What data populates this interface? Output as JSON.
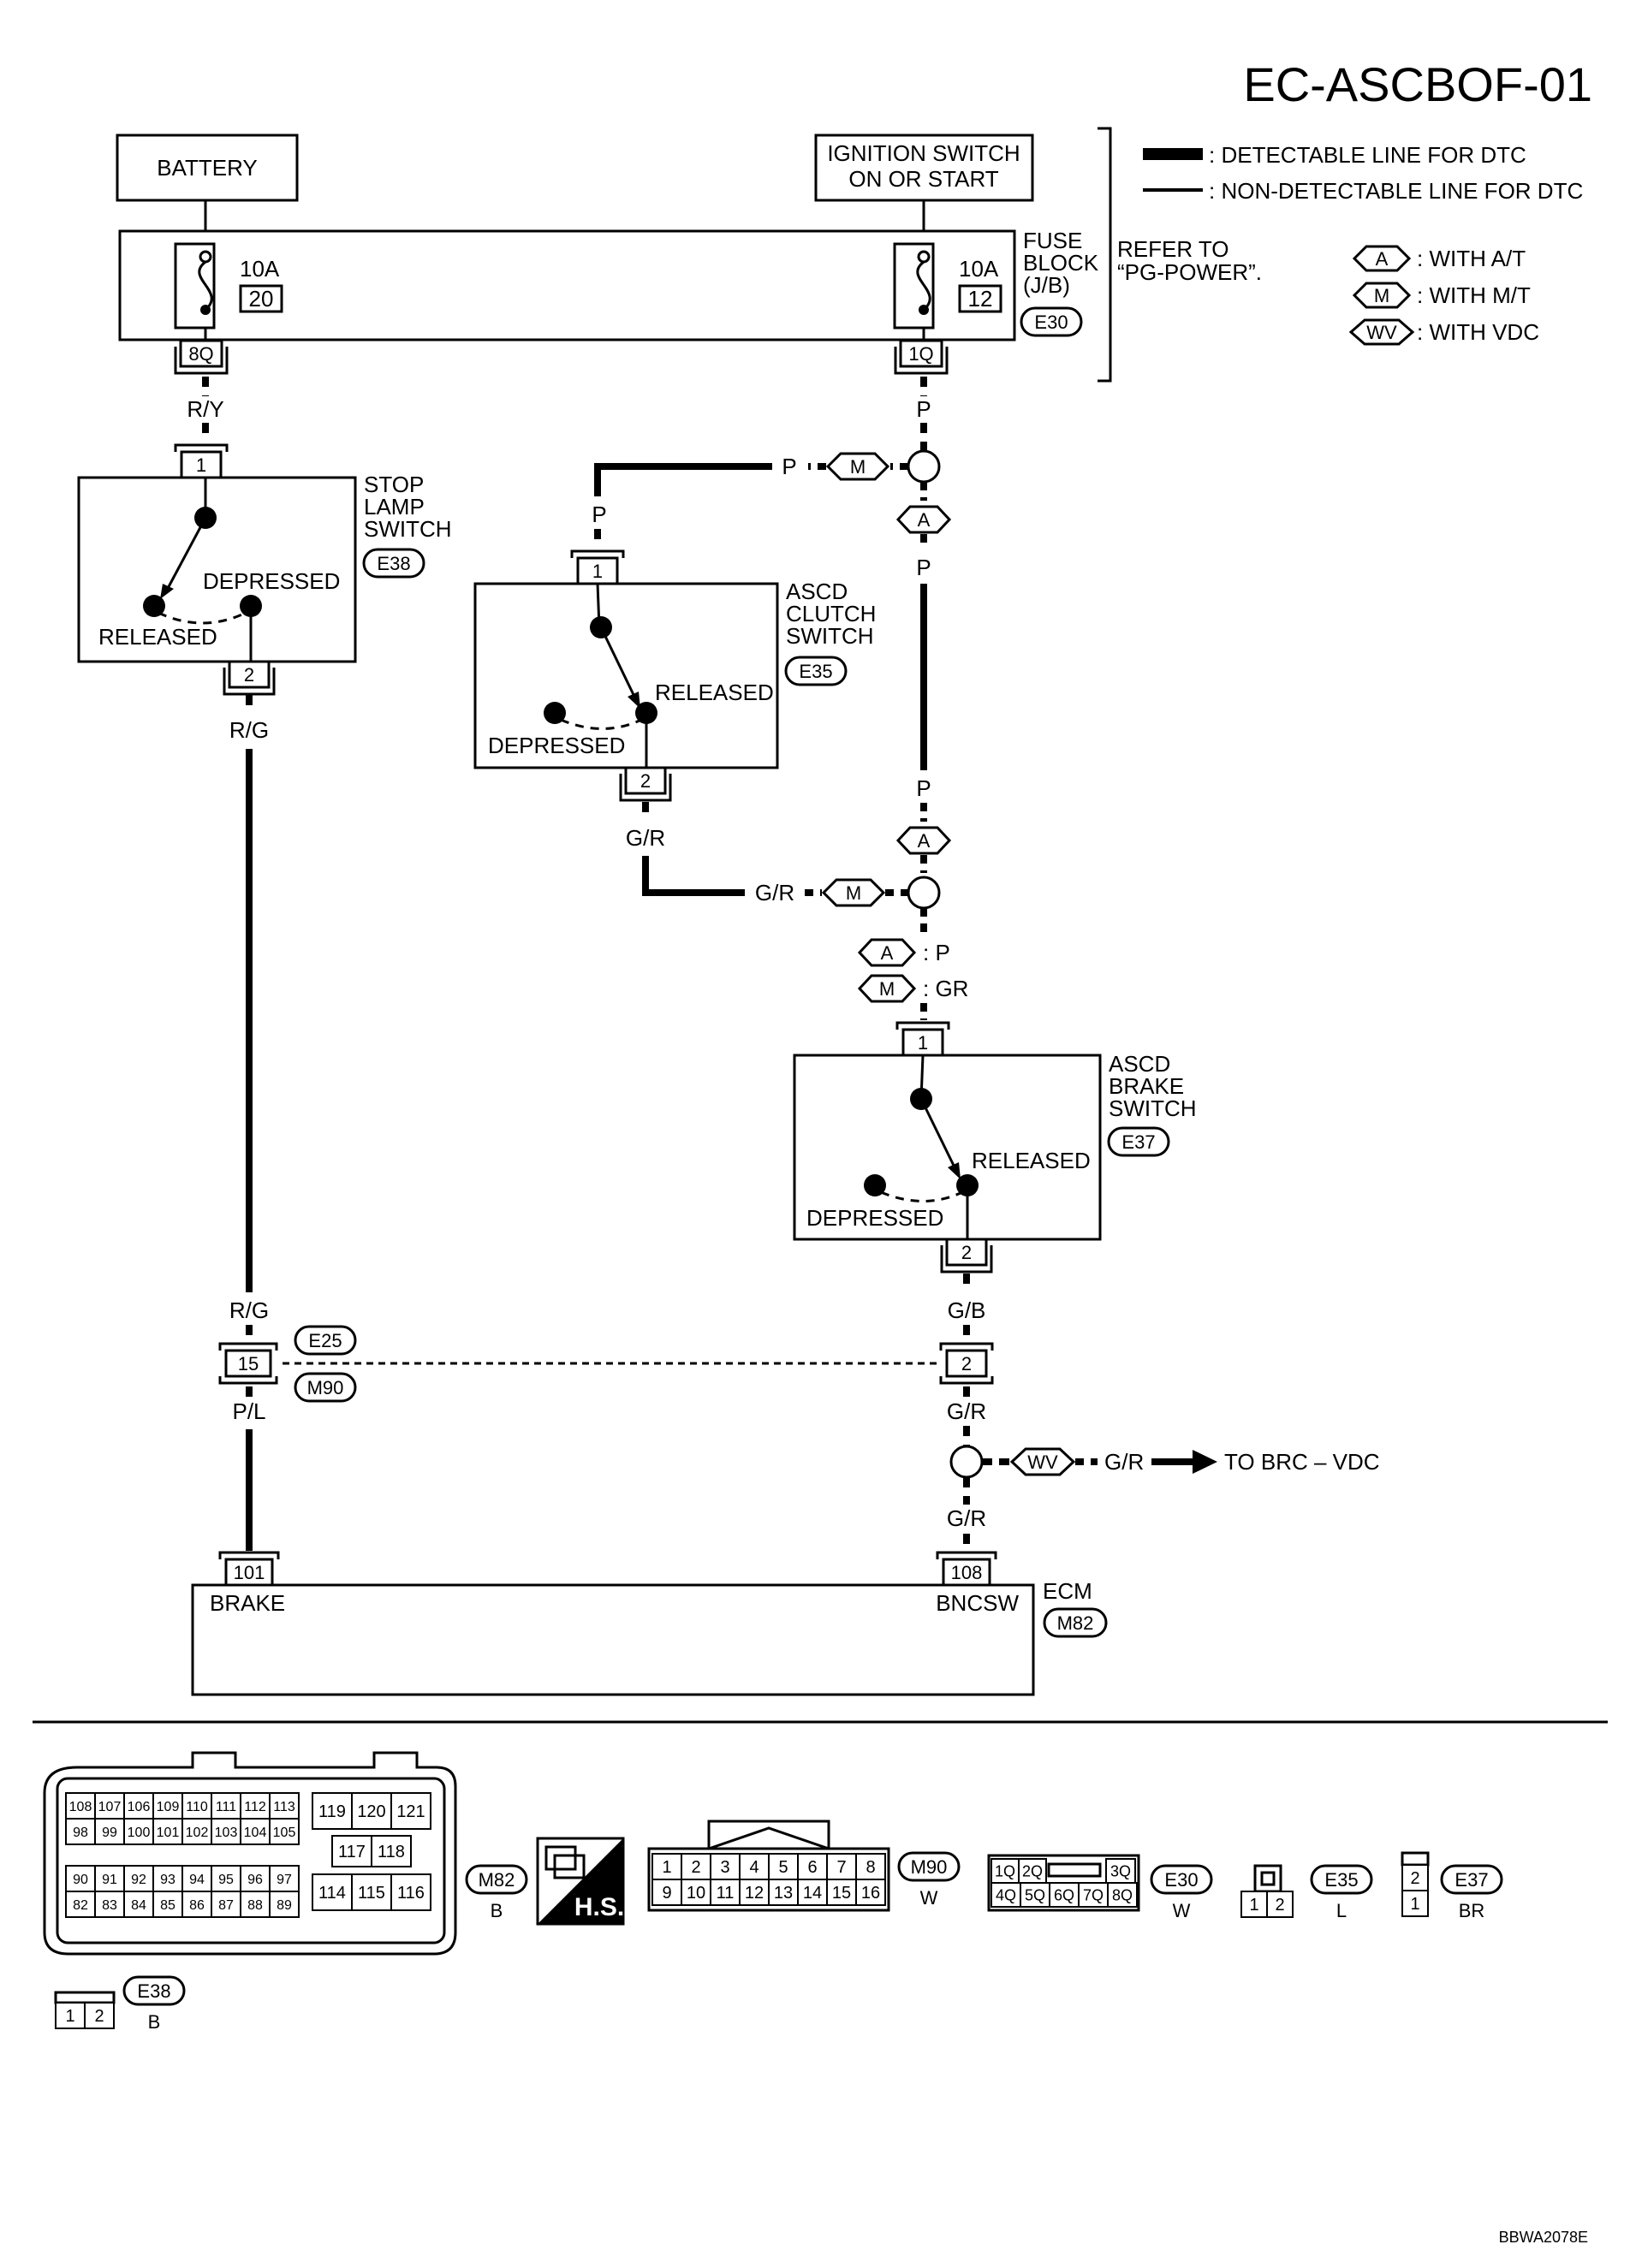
{
  "page_title": "EC-ASCBOF-01",
  "figure_code": "BBWA2078E",
  "legend": {
    "detectable": ": DETECTABLE LINE FOR DTC",
    "non_detectable": ": NON-DETECTABLE LINE FOR DTC",
    "refer_line1": "REFER TO",
    "refer_line2": "“PG-POWER”.",
    "a_sym": "A",
    "a_text": ": WITH A/T",
    "m_sym": "M",
    "m_text": ": WITH M/T",
    "wv_sym": "WV",
    "wv_text": ": WITH VDC"
  },
  "battery": "BATTERY",
  "ignition": {
    "line1": "IGNITION SWITCH",
    "line2": "ON OR START"
  },
  "fuse_block": {
    "line1": "FUSE",
    "line2": "BLOCK",
    "line3": "(J/B)",
    "connector": "E30",
    "left_amp": "10A",
    "left_num": "20",
    "left_term": "8Q",
    "right_amp": "10A",
    "right_num": "12",
    "right_term": "1Q"
  },
  "stop_lamp": {
    "line1": "STOP",
    "line2": "LAMP",
    "line3": "SWITCH",
    "connector": "E38",
    "depressed": "DEPRESSED",
    "released": "RELEASED",
    "pin_top": "1",
    "pin_bottom": "2"
  },
  "clutch": {
    "line1": "ASCD",
    "line2": "CLUTCH",
    "line3": "SWITCH",
    "connector": "E35",
    "depressed": "DEPRESSED",
    "released": "RELEASED",
    "pin_top": "1",
    "pin_bottom": "2"
  },
  "brake_sw": {
    "line1": "ASCD",
    "line2": "BRAKE",
    "line3": "SWITCH",
    "connector": "E37",
    "depressed": "DEPRESSED",
    "released": "RELEASED",
    "pin_top": "1",
    "pin_bottom": "2"
  },
  "wires": {
    "ry": "R/Y",
    "p": "P",
    "rg": "R/G",
    "gr": "G/R",
    "gb": "G/B",
    "pl": "P/L",
    "a_p": ": P",
    "m_gr": ": GR"
  },
  "joint": {
    "left_pin": "15",
    "right_pin": "2",
    "conn1": "E25",
    "conn2": "M90"
  },
  "to_brc": "TO BRC – VDC",
  "ecm": {
    "label": "ECM",
    "connector": "M82",
    "pin_left": "101",
    "pin_right": "108",
    "brake": "BRAKE",
    "bncsw": "BNCSW"
  },
  "connectors_legend": {
    "m82_row1": [
      "108",
      "107",
      "106",
      "109",
      "110",
      "111",
      "112",
      "113"
    ],
    "m82_row2": [
      "98",
      "99",
      "100",
      "101",
      "102",
      "103",
      "104",
      "105"
    ],
    "m82_row3": [
      "90",
      "91",
      "92",
      "93",
      "94",
      "95",
      "96",
      "97"
    ],
    "m82_row4": [
      "82",
      "83",
      "84",
      "85",
      "86",
      "87",
      "88",
      "89"
    ],
    "m82_right_top": [
      "119",
      "120",
      "121"
    ],
    "m82_right_mid": [
      "117",
      "118"
    ],
    "m82_right_bot": [
      "114",
      "115",
      "116"
    ],
    "m82_name": "M82",
    "m82_color": "B",
    "hs": "H.S.",
    "m90_row1": [
      "1",
      "2",
      "3",
      "4",
      "5",
      "6",
      "7",
      "8"
    ],
    "m90_row2": [
      "9",
      "10",
      "11",
      "12",
      "13",
      "14",
      "15",
      "16"
    ],
    "m90_name": "M90",
    "m90_color": "W",
    "e30_row1": [
      "1Q",
      "2Q",
      "3Q"
    ],
    "e30_row2": [
      "4Q",
      "5Q",
      "6Q",
      "7Q",
      "8Q"
    ],
    "e30_name": "E30",
    "e30_color": "W",
    "e35_pins": [
      "1",
      "2"
    ],
    "e35_name": "E35",
    "e35_color": "L",
    "e37_pins": [
      "2",
      "1"
    ],
    "e37_name": "E37",
    "e37_color": "BR",
    "e38_pins": [
      "1",
      "2"
    ],
    "e38_name": "E38",
    "e38_color": "B"
  }
}
